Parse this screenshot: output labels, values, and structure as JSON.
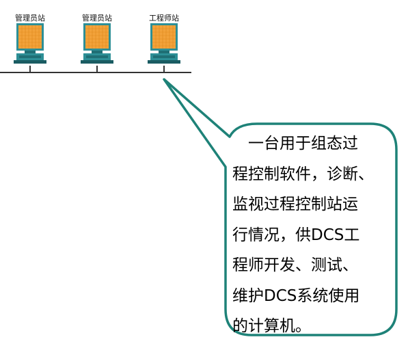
{
  "stations": [
    {
      "label": "管理员站",
      "icon": "computer-terminal-icon"
    },
    {
      "label": "管理员站",
      "icon": "computer-terminal-icon"
    },
    {
      "label": "工程师站",
      "icon": "computer-terminal-icon"
    }
  ],
  "callout": {
    "lines": [
      "　一台用于组态过",
      "程控制软件，诊断、",
      "监视过程控制站运",
      "行情况，供DCS工",
      "程师开发、测试、",
      "维护DCS系统使用",
      "的计算机。"
    ]
  },
  "colors": {
    "callout_border": "#1e8278",
    "screen_fill": "#f2a23a",
    "monitor_body": "#2d8f96",
    "network_line": "#333333"
  }
}
